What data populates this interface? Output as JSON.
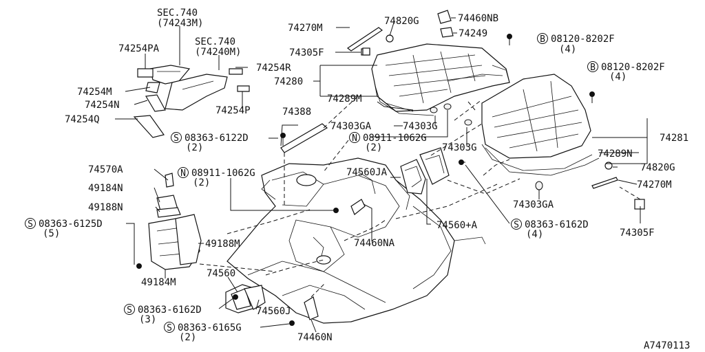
{
  "diagram": {
    "figure_id": "A7470113",
    "labels": {
      "sec740_a": "SEC.740",
      "sec740_a_ref": "(74243M)",
      "sec740_b": "SEC.740",
      "sec740_b_ref": "(74240M)",
      "p74254PA": "74254PA",
      "p74254R": "74254R",
      "p74254M": "74254M",
      "p74254N": "74254N",
      "p74254P": "74254P",
      "p74254Q": "74254Q",
      "p74270M_top": "74270M",
      "p74820G_top": "74820G",
      "p74460NB": "74460NB",
      "p74249": "74249",
      "p74305F_top": "74305F",
      "p74280": "74280",
      "p74289M": "74289M",
      "p74388": "74388",
      "p74303GA_mid": "74303GA",
      "p74303G_mid": "74303G",
      "p74303G_right": "74303G",
      "p74281": "74281",
      "p74289N": "74289N",
      "p74820G_right": "74820G",
      "p74270M_right": "74270M",
      "p74303GA_right": "74303GA",
      "p74305F_right": "74305F",
      "p74560JA": "74560JA",
      "p74560A": "74560+A",
      "p74460NA": "74460NA",
      "p74570A": "74570A",
      "p49184N": "49184N",
      "p49188N": "49188N",
      "p49188M": "49188M",
      "p49184M": "49184M",
      "p74560": "74560",
      "p74560J": "74560J",
      "p74460N": "74460N"
    },
    "fasteners": {
      "b1_code": "08120-8202F",
      "b1_qty": "(4)",
      "b2_code": "08120-8202F",
      "b2_qty": "(4)",
      "n1_code": "08911-1062G",
      "n1_qty": "(2)",
      "n2_code": "08911-1062G",
      "n2_qty": "(2)",
      "s1_code": "08363-6122D",
      "s1_qty": "(2)",
      "s2_code": "08363-6125D",
      "s2_qty": "(5)",
      "s3_code": "08363-6162D",
      "s3_qty": "(4)",
      "s4_code": "08363-6162D",
      "s4_qty": "(3)",
      "s5_code": "08363-6165G",
      "s5_qty": "(2)"
    },
    "symbols": {
      "bolt": "B",
      "nut": "N",
      "screw": "S"
    }
  }
}
